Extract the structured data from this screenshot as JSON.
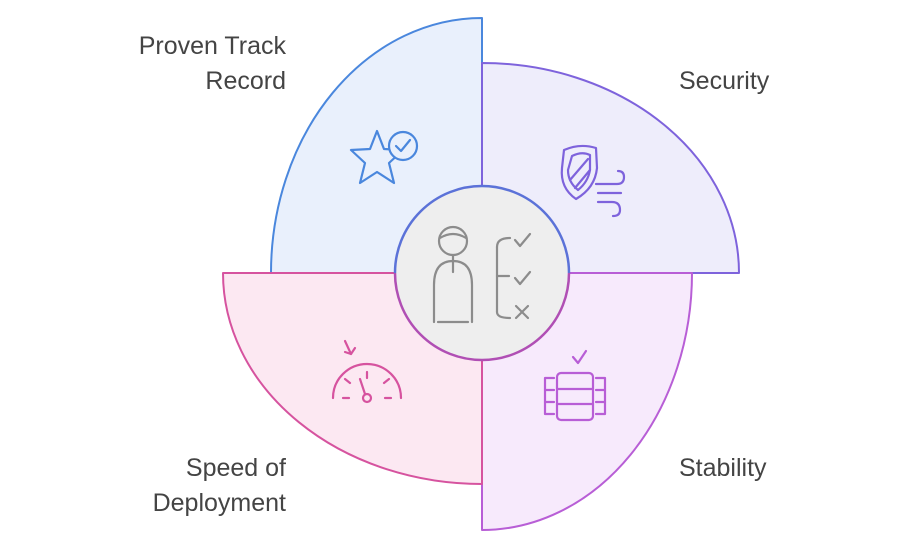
{
  "segments": [
    {
      "id": "proven-track-record",
      "label_lines": [
        "Proven Track",
        "Record"
      ],
      "icon": "star-check-icon",
      "fill": "#e9f0fc",
      "stroke": "#4a87dd"
    },
    {
      "id": "security",
      "label_lines": [
        "Security"
      ],
      "icon": "shield-wind-icon",
      "fill": "#eeedfb",
      "stroke": "#7e63dc"
    },
    {
      "id": "stability",
      "label_lines": [
        "Stability"
      ],
      "icon": "server-rack-check-icon",
      "fill": "#f7eafc",
      "stroke": "#b85ed6"
    },
    {
      "id": "speed-of-deployment",
      "label_lines": [
        "Speed of",
        "Deployment"
      ],
      "icon": "speedometer-icon",
      "fill": "#fce8f2",
      "stroke": "#d6539f"
    }
  ],
  "center": {
    "icon": "person-checklist-icon",
    "fill": "#eeeeee",
    "stroke_top": "#5b72d8",
    "stroke_bottom": "#b04fb4",
    "icon_color": "#8c8c8c"
  }
}
